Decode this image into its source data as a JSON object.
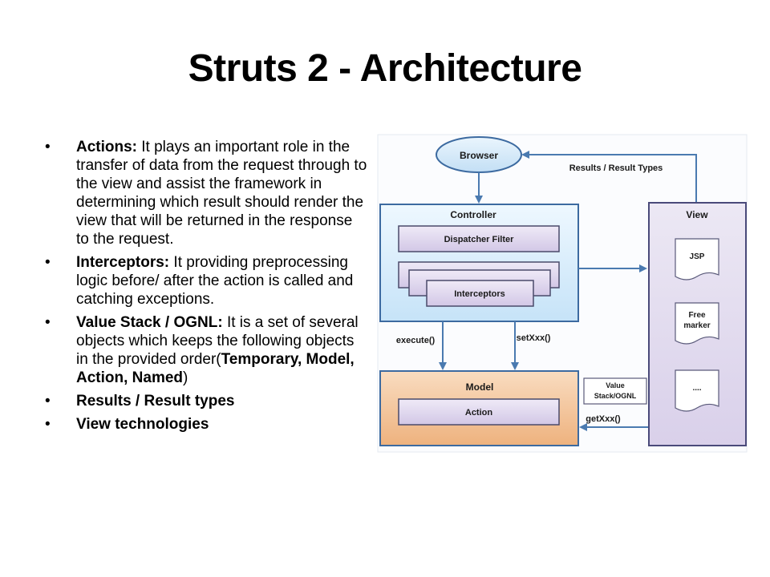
{
  "title": "Struts 2 - Architecture",
  "bullets": {
    "actions": {
      "term": "Actions:",
      "text": " It plays an important role in the transfer of data from the request through to the view and assist the framework in determining which result should render the view that will be returned in the response to the request."
    },
    "interceptors": {
      "term": "Interceptors:",
      "text": " It providing preprocessing logic before/ after the action is called and catching exceptions."
    },
    "value_stack": {
      "term": "Value Stack / OGNL:",
      "text": " It is a set of several objects which keeps the following objects in the provided order(",
      "bold_list": "Temporary, Model, Action, Named",
      "close": ")"
    },
    "results": {
      "term": "Results / Result types"
    },
    "view_tech": {
      "term": "View technologies"
    }
  },
  "diagram": {
    "browser": "Browser",
    "results_label": "Results / Result Types",
    "controller": "Controller",
    "dispatcher_filter": "Dispatcher Filter",
    "interceptors": "Interceptors",
    "execute": "execute()",
    "setxxx": "setXxx()",
    "model": "Model",
    "action": "Action",
    "value_stack_line1": "Value",
    "value_stack_line2": "Stack/OGNL",
    "getxxx": "getXxx()",
    "view": "View",
    "jsp": "JSP",
    "free_line1": "Free",
    "free_line2": "marker",
    "dots": "...."
  },
  "colors": {
    "arrow": "#4a7ab0",
    "controller_fill": "#dbeefb",
    "model_fill": "#f2c49a",
    "view_fill": "#e3dcef",
    "inner_box": "#ddd5ea"
  }
}
